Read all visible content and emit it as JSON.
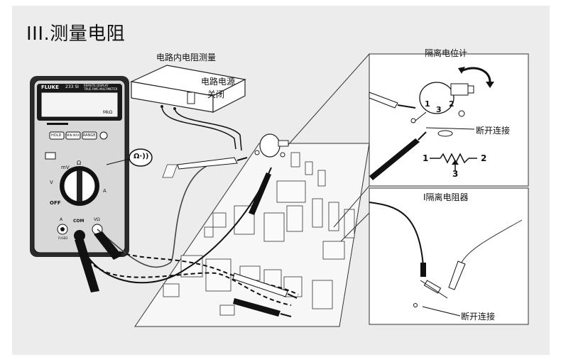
{
  "title": "III.测量电阻",
  "labels": {
    "in_circuit": "电路内电阻测量",
    "power_off_line1": "电路电源",
    "power_off_line2": "关闭",
    "isolated_pot": "隔离电位计",
    "disconnect_top": "断开连接",
    "isolated_resistor": "I隔离电阻器",
    "disconnect_bottom": "断开连接"
  },
  "pot_pins": [
    "1",
    "3",
    "2"
  ],
  "schematic": {
    "pin1": "1",
    "pin2": "2",
    "pin3": "3"
  },
  "meter": {
    "brand": "FLUKE",
    "model": "233 SI",
    "subtitle_line1": "REMOTE DISPLAY",
    "subtitle_line2": "TRUE RMS MULTIMETER",
    "unit": "MkΩ",
    "buttons": [
      "HOLD",
      "MIN MAX",
      "RANGE"
    ],
    "dial_labels": [
      "mV",
      "Ω",
      "V",
      "A",
      "OFF"
    ],
    "terminals": [
      "A",
      "COM",
      "VΩ"
    ],
    "fuse_note": "FUSED"
  },
  "callout_symbol": "Ω·))"
}
